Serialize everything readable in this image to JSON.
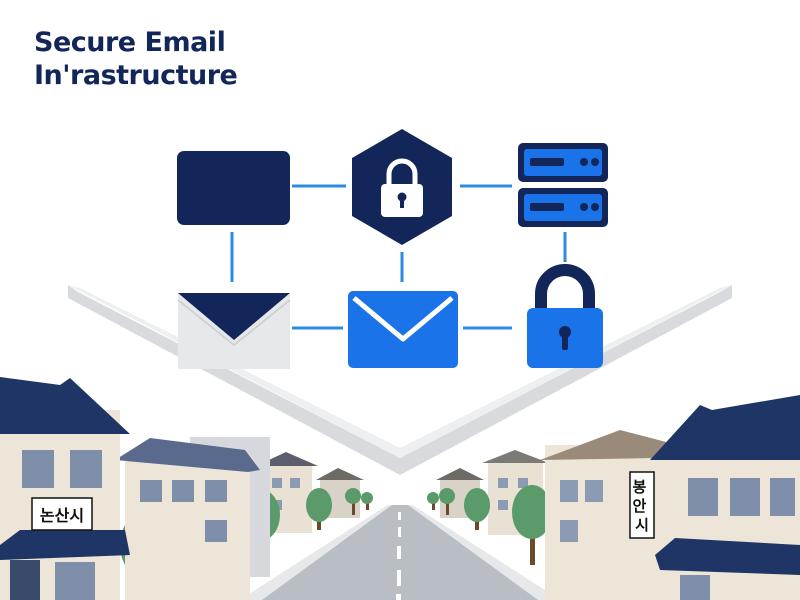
{
  "title": {
    "line1": "Secure Email",
    "line2": "In'rastructure"
  },
  "signs": {
    "left": "논산시",
    "right": "봉안시"
  },
  "diagram": {
    "nodes": [
      {
        "id": "top-left-box",
        "icon": "dark-rectangle"
      },
      {
        "id": "top-center",
        "icon": "lock-hexagon"
      },
      {
        "id": "top-right",
        "icon": "server-icon"
      },
      {
        "id": "bottom-left",
        "icon": "envelope-open-icon"
      },
      {
        "id": "bottom-center",
        "icon": "envelope-icon"
      },
      {
        "id": "bottom-right",
        "icon": "padlock-icon"
      }
    ]
  },
  "colors": {
    "navy": "#13265a",
    "blue": "#1a73e8",
    "connector": "#2b8be0",
    "roof": "#1f3566",
    "tree": "#5b9a6a",
    "road": "#b9bdc4"
  }
}
